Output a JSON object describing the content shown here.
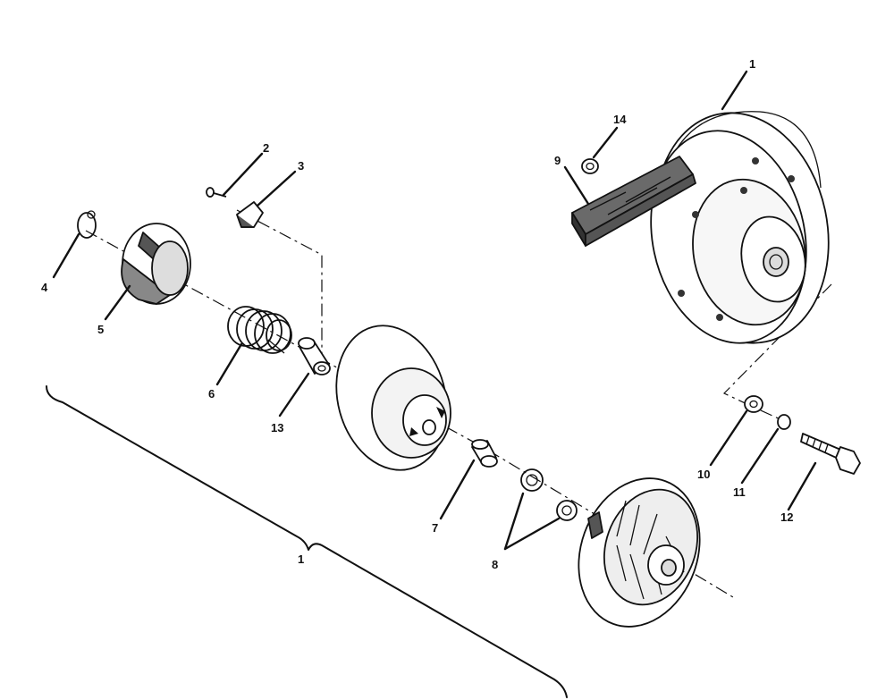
{
  "callouts": {
    "c1_top": "1",
    "c14": "14",
    "c9": "9",
    "c2": "2",
    "c3": "3",
    "c4": "4",
    "c5": "5",
    "c6": "6",
    "c13": "13",
    "c1_bottom": "1",
    "c7": "7",
    "c8": "8",
    "c10": "10",
    "c11": "11",
    "c12": "12"
  }
}
